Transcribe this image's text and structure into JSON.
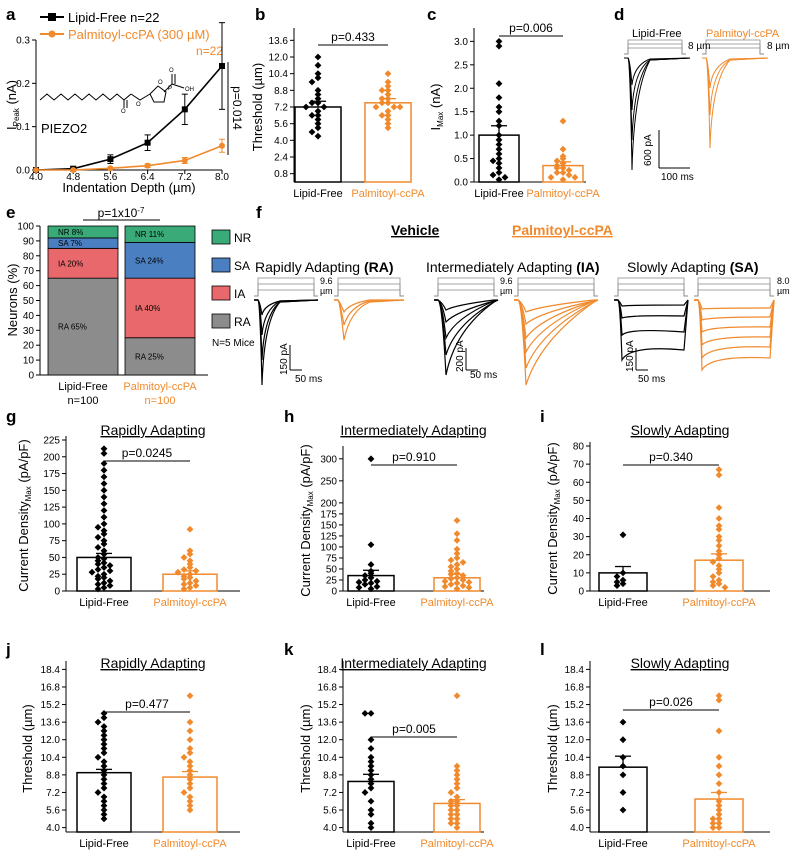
{
  "colors": {
    "lipid": "#000000",
    "palm": "#f08a2c",
    "nr": "#3aaa79",
    "sa": "#4a7fc1",
    "ia": "#e8686b",
    "ra": "#8c8c8c"
  },
  "panel_letters": [
    "a",
    "b",
    "c",
    "d",
    "e",
    "f",
    "g",
    "h",
    "i",
    "j",
    "k",
    "l"
  ],
  "legend_lipid": "Lipid-Free n=22",
  "legend_palm": "Palmitoyl-ccPA (300 µM)",
  "legend_palm_n": "n=22",
  "piezo_label": "PIEZO2",
  "group_labels": [
    "Lipid-Free",
    "Palmitoyl-ccPA"
  ],
  "chart_data": [
    {
      "id": "a",
      "type": "line",
      "xlabel": "Indentation Depth (µm)",
      "ylabel": "I_Peak (nA)",
      "x": [
        4.0,
        4.8,
        5.6,
        6.4,
        7.2,
        8.0
      ],
      "xticks": [
        "4.0",
        "4.8",
        "5.6",
        "6.4",
        "7.2",
        "8.0"
      ],
      "ylim": [
        0,
        0.3
      ],
      "yticks": [
        "0.0",
        "0.1",
        "0.2",
        "0.3"
      ],
      "series": [
        {
          "name": "Lipid-Free n=22",
          "values": [
            0.0,
            0.003,
            0.025,
            0.063,
            0.14,
            0.24
          ],
          "err": [
            0.0,
            0.003,
            0.01,
            0.018,
            0.035,
            0.1
          ]
        },
        {
          "name": "Palmitoyl-ccPA (300 µM)",
          "values": [
            0.0,
            0.0,
            0.004,
            0.01,
            0.022,
            0.056
          ],
          "err": [
            0.0,
            0.0,
            0.002,
            0.004,
            0.007,
            0.015
          ]
        }
      ],
      "annotation": "p=0.014"
    },
    {
      "id": "b",
      "type": "bar",
      "ylabel": "Threshold (µm)",
      "ylim": [
        0,
        14.4
      ],
      "yticks": [
        "0.8",
        "2.4",
        "4.0",
        "5.6",
        "7.2",
        "8.8",
        "10.4",
        "12.0",
        "13.6"
      ],
      "means": [
        7.2,
        7.6
      ],
      "err": [
        0.55,
        0.4
      ],
      "p": "p=0.433",
      "points": [
        [
          12.0,
          11.2,
          10.4,
          10.0,
          9.6,
          8.8,
          8.4,
          8.0,
          7.6,
          7.6,
          7.2,
          7.2,
          6.8,
          6.4,
          6.4,
          6.0,
          5.6,
          5.2,
          4.8,
          4.4
        ],
        [
          10.4,
          9.6,
          9.2,
          8.8,
          8.8,
          8.4,
          8.0,
          8.0,
          7.6,
          7.6,
          7.2,
          7.2,
          7.2,
          6.8,
          6.4,
          6.4,
          6.0,
          5.6,
          5.2
        ]
      ]
    },
    {
      "id": "c",
      "type": "bar",
      "ylabel": "I_Max (nA)",
      "ylim": [
        0,
        3.2
      ],
      "yticks": [
        "0.0",
        "0.5",
        "1.0",
        "1.5",
        "2.0",
        "2.5",
        "3.0"
      ],
      "means": [
        1.0,
        0.35
      ],
      "err": [
        0.2,
        0.08
      ],
      "p": "p=0.006",
      "points": [
        [
          3.0,
          2.9,
          2.1,
          1.8,
          1.6,
          1.5,
          1.3,
          1.2,
          1.0,
          0.9,
          0.8,
          0.7,
          0.6,
          0.5,
          0.45,
          0.4,
          0.3,
          0.2,
          0.15,
          0.1,
          0.05
        ],
        [
          1.3,
          0.7,
          0.55,
          0.5,
          0.45,
          0.4,
          0.35,
          0.3,
          0.3,
          0.25,
          0.2,
          0.2,
          0.15,
          0.1,
          0.1,
          0.05
        ]
      ]
    },
    {
      "id": "e",
      "type": "bar",
      "stacked": true,
      "ylabel": "Neurons (%)",
      "ylim": [
        0,
        100
      ],
      "yticks": [
        "0",
        "10",
        "20",
        "30",
        "40",
        "50",
        "60",
        "70",
        "80",
        "90",
        "100"
      ],
      "categories": [
        "Lipid-Free",
        "Palmitoyl-ccPA"
      ],
      "ns": [
        "n=100",
        "n=100"
      ],
      "series": [
        {
          "name": "RA",
          "values": [
            65,
            25
          ],
          "labels": [
            "RA 65%",
            "RA 25%"
          ]
        },
        {
          "name": "IA",
          "values": [
            20,
            40
          ],
          "labels": [
            "IA 20%",
            "IA 40%"
          ]
        },
        {
          "name": "SA",
          "values": [
            7,
            24
          ],
          "labels": [
            "SA 7%",
            "SA 24%"
          ]
        },
        {
          "name": "NR",
          "values": [
            8,
            11
          ],
          "labels": [
            "NR 8%",
            "NR 11%"
          ]
        }
      ],
      "p": "p=1x10",
      "p_exp": "-7",
      "note": "N=5 Mice"
    },
    {
      "id": "g",
      "type": "bar",
      "title": "Rapidly Adapting",
      "ylabel": "Current Density_Max (pA/pF)",
      "ylim": [
        0,
        225
      ],
      "yticks": [
        "0",
        "25",
        "50",
        "75",
        "100",
        "125",
        "150",
        "175",
        "200",
        "225"
      ],
      "means": [
        50,
        25
      ],
      "err": [
        6,
        5
      ],
      "p": "p=0.0245",
      "points": [
        [
          212,
          205,
          190,
          180,
          170,
          160,
          150,
          140,
          130,
          120,
          110,
          100,
          95,
          90,
          85,
          80,
          75,
          70,
          65,
          60,
          55,
          50,
          48,
          45,
          42,
          40,
          38,
          35,
          32,
          30,
          28,
          25,
          22,
          20,
          18,
          15,
          12,
          10,
          8,
          5,
          3
        ],
        [
          92,
          60,
          55,
          50,
          45,
          40,
          35,
          32,
          30,
          28,
          25,
          22,
          20,
          18,
          15,
          12,
          10,
          8,
          5,
          3
        ]
      ]
    },
    {
      "id": "h",
      "type": "bar",
      "title": "Intermediately Adapting",
      "ylabel": "Current Density_Max (pA/pF)",
      "ylim": [
        0,
        320
      ],
      "yticks": [
        "0",
        "25",
        "50",
        "75",
        "100",
        "125",
        "150",
        "175",
        "200",
        "250",
        "300"
      ],
      "means": [
        35,
        30
      ],
      "err": [
        12,
        8
      ],
      "p": "p=0.910",
      "points": [
        [
          300,
          105,
          60,
          45,
          40,
          35,
          30,
          25,
          22,
          20,
          18,
          15,
          10,
          8,
          5
        ],
        [
          160,
          130,
          115,
          95,
          85,
          75,
          70,
          65,
          60,
          55,
          50,
          45,
          40,
          38,
          35,
          30,
          28,
          25,
          22,
          20,
          18,
          15,
          12,
          10,
          8,
          5
        ]
      ]
    },
    {
      "id": "i",
      "type": "bar",
      "title": "Slowly Adapting",
      "ylabel": "Current Density_Max (pA/pF)",
      "ylim": [
        0,
        80
      ],
      "yticks": [
        "0",
        "10",
        "20",
        "30",
        "40",
        "50",
        "60",
        "70",
        "80"
      ],
      "means": [
        10,
        17
      ],
      "err": [
        3.5,
        3.5
      ],
      "p": "p=0.340",
      "points": [
        [
          31,
          10,
          8,
          6,
          5,
          4,
          3
        ],
        [
          67,
          64,
          46,
          40,
          36,
          34,
          30,
          28,
          25,
          22,
          20,
          18,
          16,
          14,
          12,
          10,
          8,
          6,
          5,
          4,
          3,
          2
        ]
      ]
    },
    {
      "id": "j",
      "type": "bar",
      "title": "Rapidly Adapting",
      "ylabel": "Threshold (µm)",
      "ylim": [
        3.6,
        18.8
      ],
      "yticks": [
        "4.0",
        "5.6",
        "7.2",
        "8.8",
        "10.4",
        "12.0",
        "13.6",
        "15.2",
        "16.8",
        "18.4"
      ],
      "means": [
        9.0,
        8.6
      ],
      "err": [
        0.3,
        0.5
      ],
      "p": "p=0.477",
      "points": [
        [
          14.4,
          14.0,
          13.6,
          13.2,
          12.8,
          12.4,
          12.0,
          11.6,
          11.2,
          10.8,
          10.4,
          10.0,
          9.6,
          9.2,
          8.8,
          8.4,
          8.0,
          7.6,
          7.2,
          6.8,
          6.4,
          6.0,
          5.6,
          5.2,
          4.8
        ],
        [
          16.0,
          13.6,
          12.8,
          12.0,
          11.2,
          10.8,
          10.4,
          10.0,
          9.6,
          9.2,
          8.8,
          8.4,
          8.0,
          7.6,
          7.2,
          6.8,
          6.4,
          6.0,
          5.6
        ]
      ]
    },
    {
      "id": "k",
      "type": "bar",
      "title": "Intermediately Adapting",
      "ylabel": "Threshold (µm)",
      "ylim": [
        3.6,
        18.8
      ],
      "yticks": [
        "4.0",
        "5.6",
        "7.2",
        "8.8",
        "10.4",
        "12.0",
        "13.6",
        "15.2",
        "16.8",
        "18.4"
      ],
      "means": [
        8.2,
        6.2
      ],
      "err": [
        0.65,
        0.35
      ],
      "p": "p=0.005",
      "points": [
        [
          14.4,
          14.4,
          12.0,
          11.2,
          10.4,
          10.0,
          9.6,
          9.2,
          8.8,
          8.4,
          8.0,
          7.6,
          7.2,
          6.4,
          5.6,
          5.2,
          4.4,
          4.0
        ],
        [
          16.0,
          9.6,
          9.2,
          8.8,
          8.4,
          8.0,
          7.6,
          7.2,
          6.8,
          6.4,
          6.4,
          6.0,
          6.0,
          5.6,
          5.6,
          5.2,
          5.2,
          4.8,
          4.8,
          4.4,
          4.4,
          4.0
        ]
      ]
    },
    {
      "id": "l",
      "type": "bar",
      "title": "Slowly Adapting",
      "ylabel": "Threshold (µm)",
      "ylim": [
        3.6,
        18.8
      ],
      "yticks": [
        "4.0",
        "5.6",
        "7.2",
        "8.8",
        "10.4",
        "12.0",
        "13.6",
        "15.2",
        "16.8",
        "18.4"
      ],
      "means": [
        9.5,
        6.6
      ],
      "err": [
        1.0,
        0.6
      ],
      "p": "p=0.026",
      "points": [
        [
          13.6,
          12.0,
          10.4,
          9.6,
          8.8,
          7.2,
          5.6
        ],
        [
          16.0,
          15.6,
          12.8,
          10.4,
          9.6,
          8.8,
          8.0,
          7.2,
          6.4,
          6.0,
          5.6,
          5.2,
          4.8,
          4.8,
          4.4,
          4.4,
          4.0,
          4.0
        ]
      ]
    }
  ],
  "d_panel": {
    "lipid": "Lipid-Free",
    "palm": "Palmitoyl-ccPA",
    "step_lipid": "8 µm",
    "step_palm": "8 µm",
    "scale_y": "600 pA",
    "scale_x": "100 ms"
  },
  "f_panel": {
    "vehicle": "Vehicle",
    "palm": "Palmitoyl-ccPA",
    "types": [
      {
        "label": "Rapidly Adapting ",
        "abbr": "(RA)",
        "step": "9.6",
        "unit": "µm",
        "scale_y": "150 pA",
        "scale_x": "50 ms"
      },
      {
        "label": "Intermediately Adapting ",
        "abbr": "(IA)",
        "step": "9.6",
        "unit": "µm",
        "scale_y": "200 pA",
        "scale_x": "50 ms"
      },
      {
        "label": "Slowly Adapting ",
        "abbr": "(SA)",
        "step": "8.0",
        "unit": "µm",
        "scale_y": "150 pA",
        "scale_x": "50 ms"
      }
    ]
  }
}
